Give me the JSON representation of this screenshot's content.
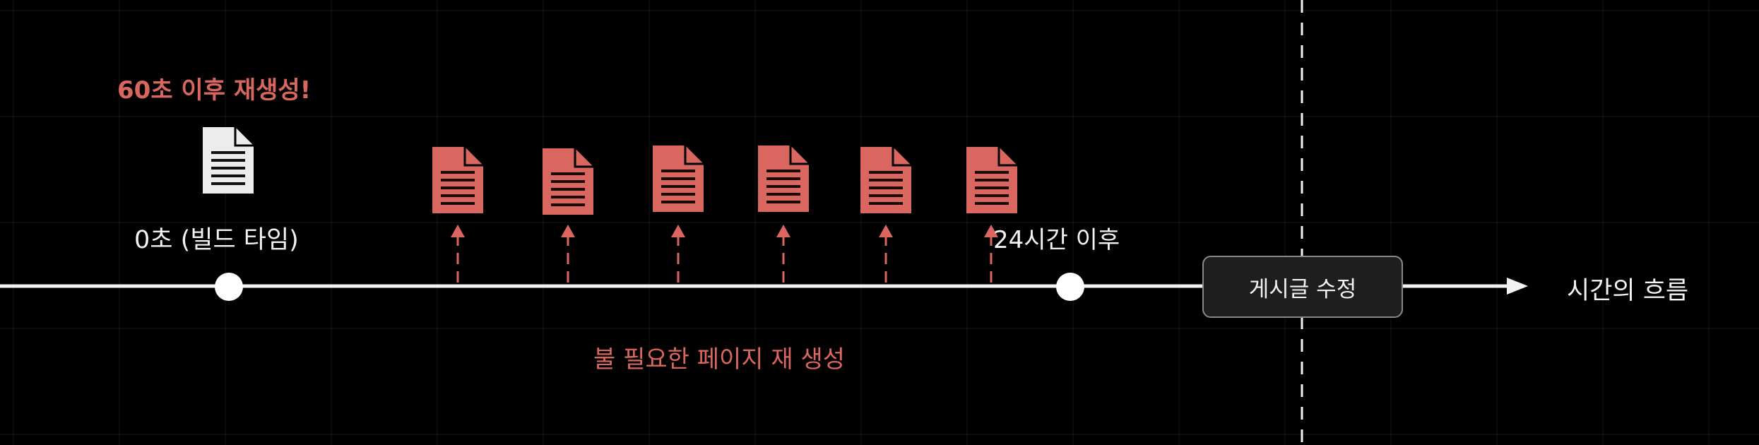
{
  "labels": {
    "regen_60s": "60초 이후 재생성!",
    "build_time": "0초 (빌드 타임)",
    "after_24h": "24시간 이후",
    "edit_post": "게시글 수정",
    "time_flow": "시간의 흐름",
    "unnecessary_regen": "불 필요한 페이지 재 생성"
  },
  "colors": {
    "background": "#000000",
    "timeline": "#f2f2f2",
    "accent_red": "#d9675f",
    "white_doc": "#ececec"
  },
  "icons": {
    "build_doc": "document-icon",
    "regen_doc": "document-icon",
    "regen_arrow": "arrow-up-icon",
    "timeline_arrow": "arrow-right-icon"
  },
  "regenerated_page_count": 6
}
